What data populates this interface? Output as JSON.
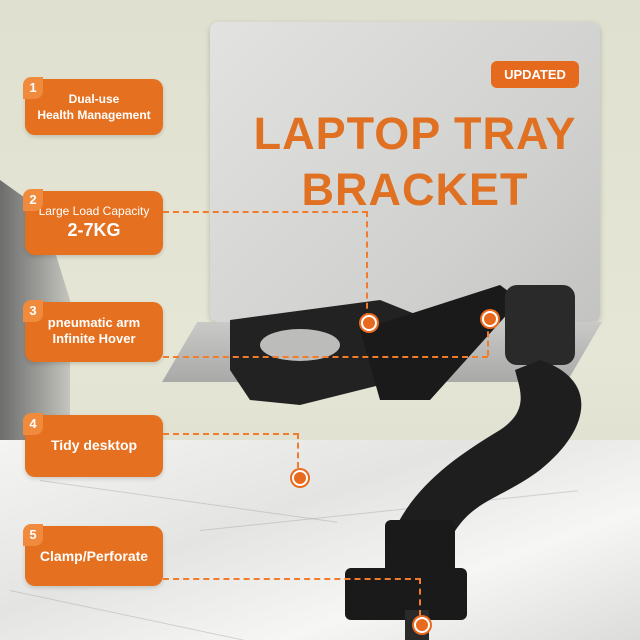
{
  "badge": "UPDATED",
  "title": {
    "line1": "LAPTOP TRAY",
    "line2": "BRACKET"
  },
  "features": [
    {
      "num": "1",
      "line1": "Dual-use",
      "line2": "Health Management"
    },
    {
      "num": "2",
      "line1": "Large Load Capacity",
      "line2": "2-7KG"
    },
    {
      "num": "3",
      "line1": "pneumatic arm",
      "line2": "Infinite Hover"
    },
    {
      "num": "4",
      "line1": "Tidy desktop"
    },
    {
      "num": "5",
      "line1": "Clamp/Perforate"
    }
  ],
  "colors": {
    "accent": "#e5701f",
    "title": "#e07022",
    "arm": "#1e1e1e"
  }
}
